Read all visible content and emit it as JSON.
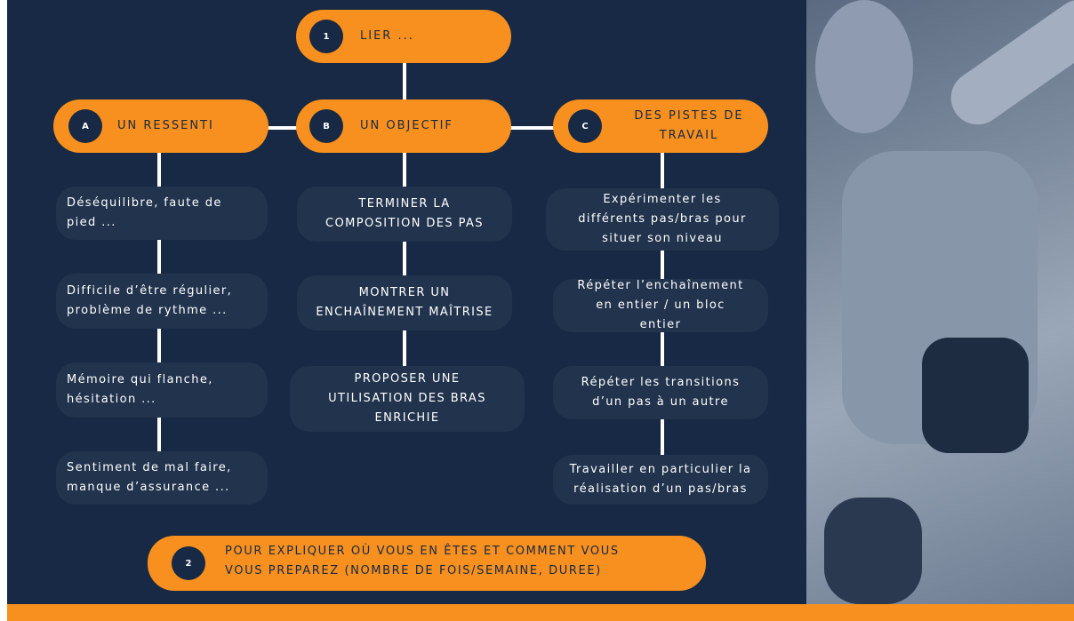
{
  "colors": {
    "navy": "#172944",
    "orange": "#f7901e",
    "box": "#22334d",
    "line": "#ffffff"
  },
  "step1": {
    "badge": "1",
    "label": "LIER ..."
  },
  "step2": {
    "badge": "2",
    "label": "POUR EXPLIQUER OÙ VOUS EN ÊTES ET COMMENT VOUS\nVOUS PREPAREZ (NOMBRE DE FOIS/SEMAINE, DUREE)"
  },
  "columns": [
    {
      "badge": "A",
      "label": "UN RESSENTI",
      "items": [
        "Déséquilibre, faute de\npied ...",
        "Difficile d’être régulier,\nproblème de rythme ...",
        "Mémoire qui flanche,\nhésitation ...",
        "Sentiment de mal faire,\nmanque d’assurance ..."
      ]
    },
    {
      "badge": "B",
      "label": "UN OBJECTIF",
      "items": [
        "TERMINER LA\nCOMPOSITION DES PAS",
        "MONTRER UN\nENCHAÎNEMENT MAÎTRISE",
        "PROPOSER UNE\nUTILISATION DES BRAS\nENRICHIE"
      ]
    },
    {
      "badge": "C",
      "label": "DES PISTES DE\nTRAVAIL",
      "items": [
        "Expérimenter les\ndifférents pas/bras pour\nsituer son niveau",
        "Répéter l’enchaînement\nen entier / un bloc\nentier",
        "Répéter les transitions\nd’un pas à un autre",
        "Travailler en particulier la\nréalisation d’un pas/bras"
      ]
    }
  ]
}
